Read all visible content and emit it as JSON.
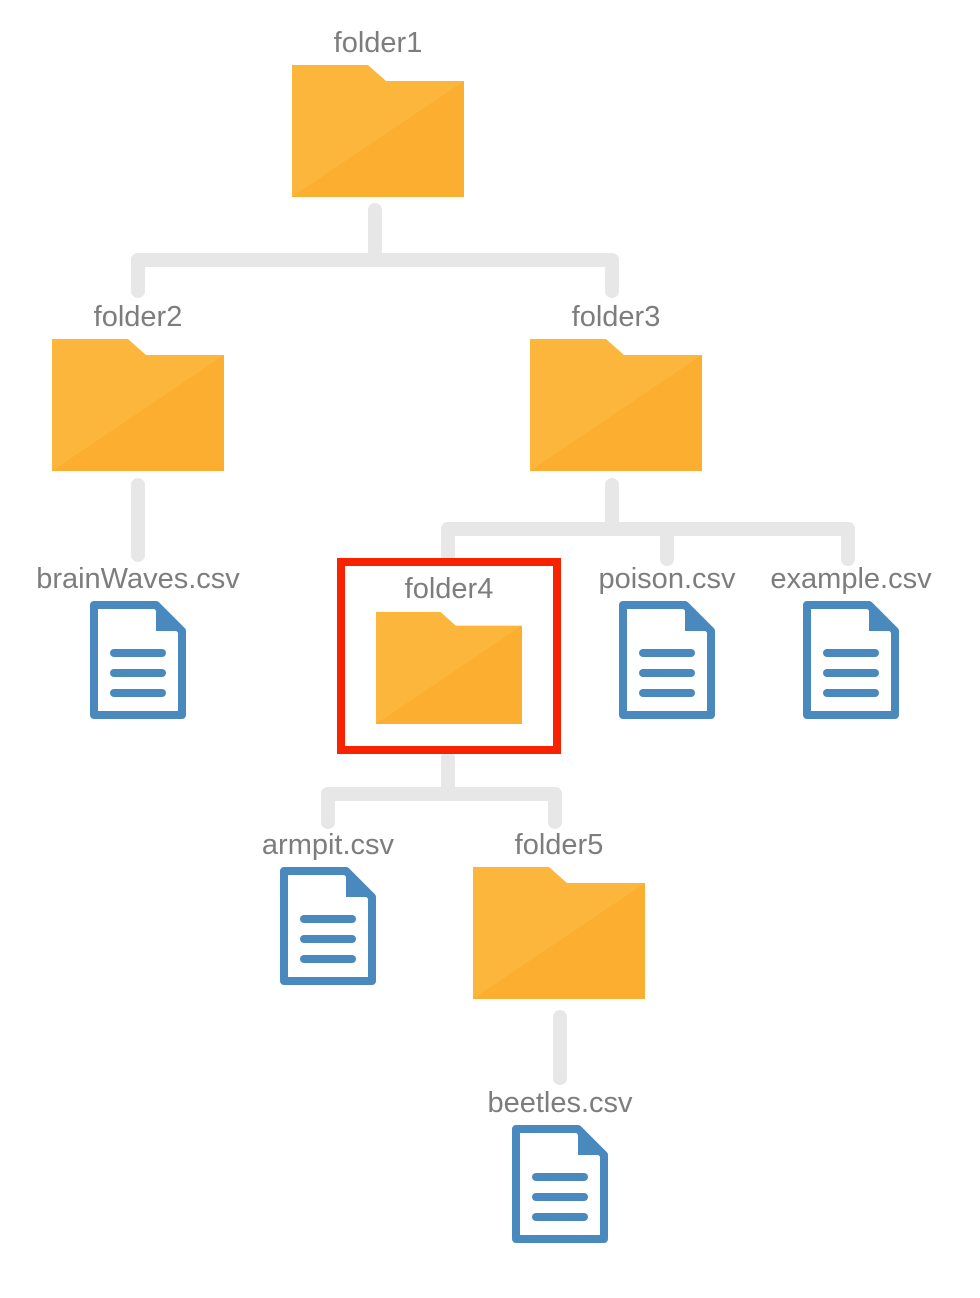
{
  "diagram": {
    "title": "folder-tree",
    "colors": {
      "folder_light": "#FCB63C",
      "folder_dark": "#F9A825",
      "file_outline": "#4A89BE",
      "file_fill": "#ffffff",
      "connector": "#e7e7e7",
      "label": "#7d7d7d",
      "highlight": "#f92200",
      "background": "#ffffff"
    },
    "nodes": [
      {
        "id": "folder1",
        "label": "folder1",
        "type": "folder",
        "depth": 0,
        "highlighted": false
      },
      {
        "id": "folder2",
        "label": "folder2",
        "type": "folder",
        "depth": 1,
        "highlighted": false
      },
      {
        "id": "folder3",
        "label": "folder3",
        "type": "folder",
        "depth": 1,
        "highlighted": false
      },
      {
        "id": "brainWaves.csv",
        "label": "brainWaves.csv",
        "type": "file",
        "depth": 2,
        "highlighted": false
      },
      {
        "id": "folder4",
        "label": "folder4",
        "type": "folder",
        "depth": 2,
        "highlighted": true
      },
      {
        "id": "poison.csv",
        "label": "poison.csv",
        "type": "file",
        "depth": 2,
        "highlighted": false
      },
      {
        "id": "example.csv",
        "label": "example.csv",
        "type": "file",
        "depth": 2,
        "highlighted": false
      },
      {
        "id": "armpit.csv",
        "label": "armpit.csv",
        "type": "file",
        "depth": 3,
        "highlighted": false
      },
      {
        "id": "folder5",
        "label": "folder5",
        "type": "folder",
        "depth": 3,
        "highlighted": false
      },
      {
        "id": "beetles.csv",
        "label": "beetles.csv",
        "type": "file",
        "depth": 4,
        "highlighted": false
      }
    ],
    "edges": [
      {
        "from": "folder1",
        "to": "folder2"
      },
      {
        "from": "folder1",
        "to": "folder3"
      },
      {
        "from": "folder2",
        "to": "brainWaves.csv"
      },
      {
        "from": "folder3",
        "to": "folder4"
      },
      {
        "from": "folder3",
        "to": "poison.csv"
      },
      {
        "from": "folder3",
        "to": "example.csv"
      },
      {
        "from": "folder4",
        "to": "armpit.csv"
      },
      {
        "from": "folder4",
        "to": "folder5"
      },
      {
        "from": "folder5",
        "to": "beetles.csv"
      }
    ],
    "icons": {
      "folder": "folder-icon",
      "file": "file-csv-icon"
    }
  }
}
